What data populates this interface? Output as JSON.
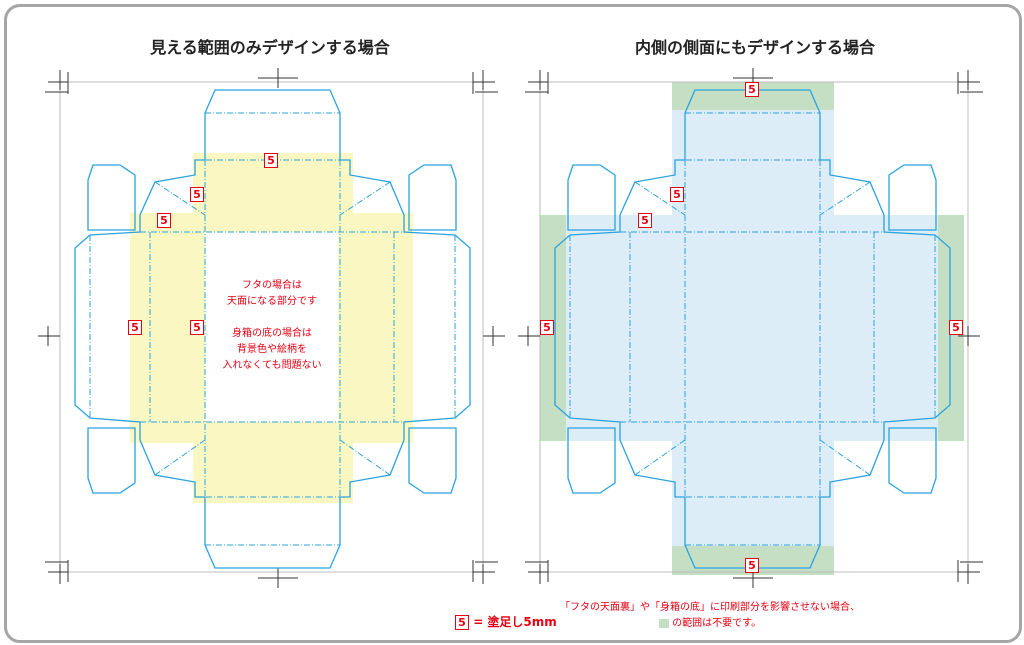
{
  "left_panel": {
    "title": "見える範囲のみデザインする場合",
    "note_lid": [
      "フタの場合は",
      "天面になる部分です"
    ],
    "note_body": [
      "身箱の底の場合は",
      "背景色や絵柄を",
      "入れなくても問題ない"
    ],
    "bleed_label": "5"
  },
  "right_panel": {
    "title": "内側の側面にもデザインする場合",
    "bleed_label": "5"
  },
  "legend": {
    "label": "5",
    "text": "= 塗足し5mm"
  },
  "footnote": {
    "line1": "「フタの天面裏」や「身箱の底」に印刷部分を影響させない場合、",
    "line2": "の範囲は不要です。"
  },
  "colors": {
    "cut_line": "#2aa3df",
    "yellow_fill": "#fbf7c2",
    "blue_fill": "#dcedf8",
    "green_fill": "#c4dfc4",
    "accent_red": "#e60012"
  }
}
